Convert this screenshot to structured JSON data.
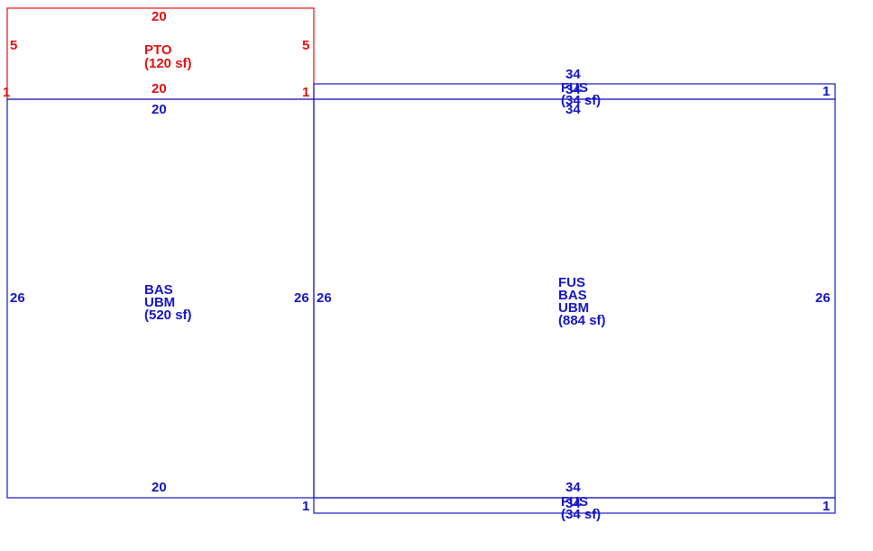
{
  "colors": {
    "pto": "#e01010",
    "main": "#1515c0"
  },
  "pto": {
    "codes": [
      "PTO"
    ],
    "area": "(120 sf)",
    "dims": {
      "top": "20",
      "bottom": "20",
      "left": "5",
      "right": "5",
      "corner_left": "1",
      "corner_right": "1"
    }
  },
  "left_block": {
    "codes": [
      "BAS",
      "UBM"
    ],
    "area": "(520 sf)",
    "dims": {
      "top": "20",
      "bottom": "20",
      "left": "26",
      "right": "26"
    }
  },
  "right_block": {
    "codes": [
      "FUS",
      "BAS",
      "UBM"
    ],
    "area": "(884 sf)",
    "dims": {
      "top": "34",
      "left": "26",
      "right": "26"
    }
  },
  "top_strip": {
    "codes": [
      "FUS"
    ],
    "area": "(34 sf)",
    "dims": {
      "top": "34",
      "bottom": "34",
      "right": "1"
    }
  },
  "bottom_strip": {
    "codes": [
      "FUS"
    ],
    "area": "(34 sf)",
    "dims": {
      "top": "34",
      "bottom": "34",
      "left": "1",
      "right": "1"
    }
  }
}
